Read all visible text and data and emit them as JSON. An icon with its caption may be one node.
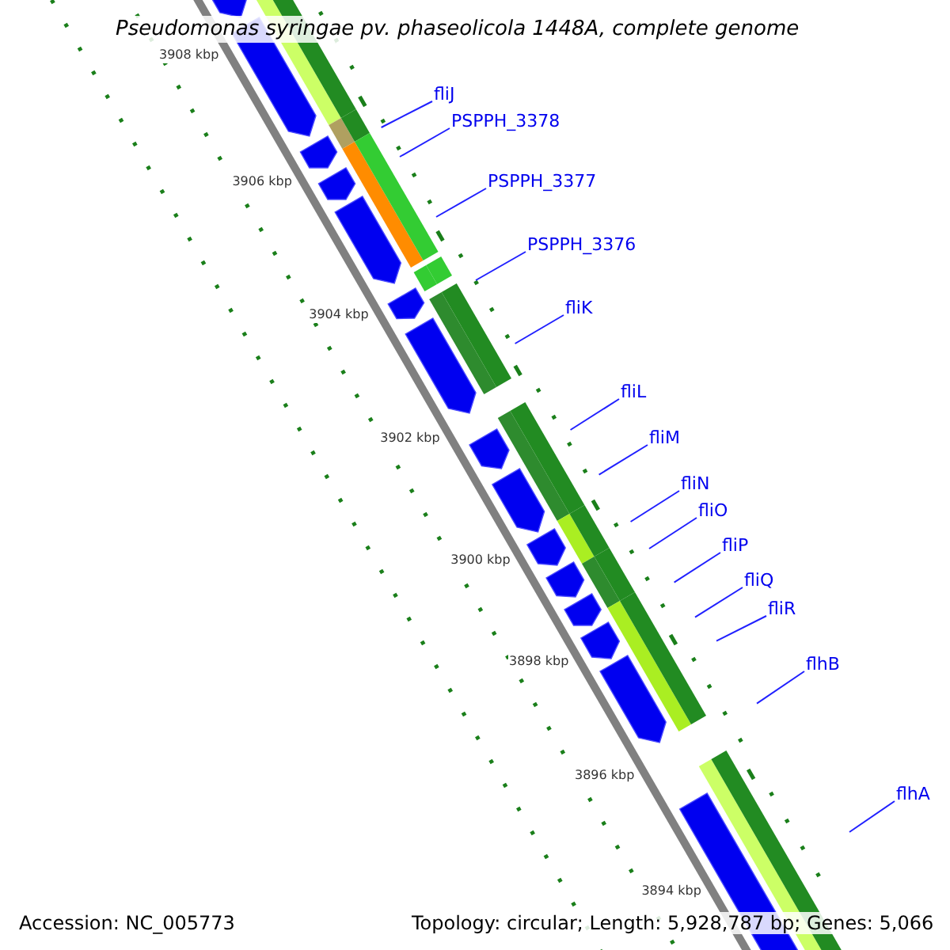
{
  "diagram": {
    "title": "Pseudomonas syringae pv. phaseolicola 1448A, complete genome",
    "nodes": [
      {
        "text": [
          "fliJ"
        ]
      },
      {
        "text": [
          "PSPPH_3378"
        ]
      },
      {
        "text": [
          "PSPPH_3377"
        ]
      },
      {
        "text": [
          "PSPPH_3376"
        ]
      },
      {
        "text": [
          "fliK"
        ]
      },
      {
        "text": [
          "fliL"
        ]
      },
      {
        "text": [
          "fliM"
        ]
      },
      {
        "text": [
          "fliN"
        ]
      },
      {
        "text": [
          "fliO"
        ]
      },
      {
        "text": [
          "fliP"
        ]
      },
      {
        "text": [
          "fliQ"
        ]
      },
      {
        "text": [
          "fliR"
        ]
      },
      {
        "text": [
          "flhB"
        ]
      },
      {
        "text": [
          "flhA"
        ]
      }
    ],
    "edges": [
      {
        "from": 0,
        "to": null,
        "arrow": "none"
      },
      {
        "from": 1,
        "to": null,
        "arrow": "none"
      },
      {
        "from": 2,
        "to": null,
        "arrow": "none"
      },
      {
        "from": 3,
        "to": null,
        "arrow": "none"
      },
      {
        "from": 4,
        "to": null,
        "arrow": "none"
      },
      {
        "from": 5,
        "to": null,
        "arrow": "none"
      },
      {
        "from": 6,
        "to": null,
        "arrow": "none"
      },
      {
        "from": 7,
        "to": null,
        "arrow": "none"
      },
      {
        "from": 8,
        "to": null,
        "arrow": "none"
      },
      {
        "from": 9,
        "to": null,
        "arrow": "none"
      },
      {
        "from": 10,
        "to": null,
        "arrow": "none"
      },
      {
        "from": 11,
        "to": null,
        "arrow": "none"
      },
      {
        "from": 12,
        "to": null,
        "arrow": "none"
      },
      {
        "from": 13,
        "to": null,
        "arrow": "none"
      }
    ],
    "labels": [
      "3908 kbp",
      "3906 kbp",
      "3904 kbp",
      "3902 kbp",
      "3900 kbp",
      "3898 kbp",
      "3896 kbp",
      "3894 kbp",
      "Accession: NC_005773",
      "Topology: circular; Length: 5,928,787 bp; Genes: 5,066"
    ]
  }
}
